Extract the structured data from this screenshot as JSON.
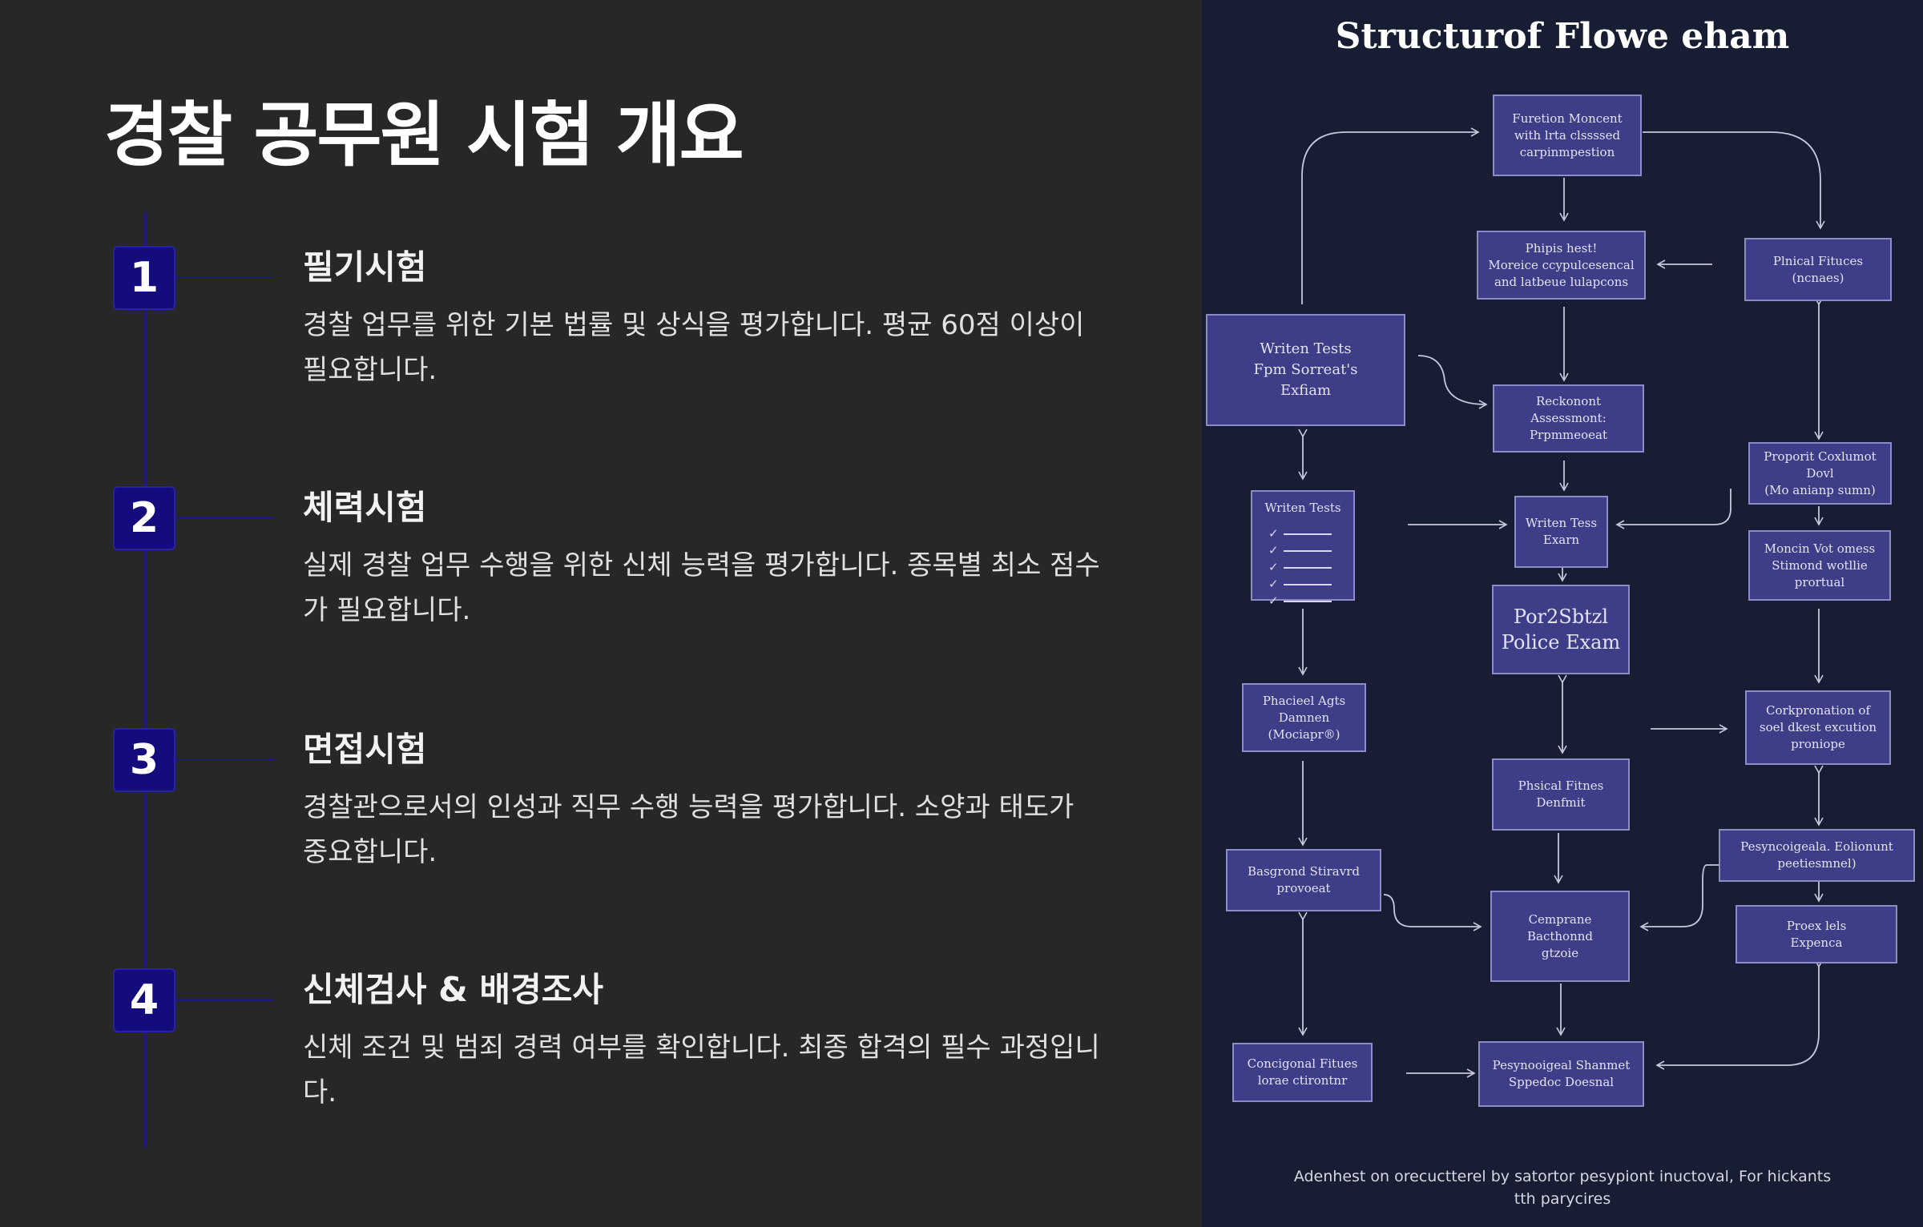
{
  "left": {
    "title": "경찰 공무원 시험 개요",
    "steps": [
      {
        "number": "1",
        "heading": "필기시험",
        "description": "경찰 업무를 위한 기본 법률 및 상식을 평가합니다. 평균 60점 이상이 필요합니다."
      },
      {
        "number": "2",
        "heading": "체력시험",
        "description": "실제 경찰 업무 수행을 위한 신체 능력을 평가합니다. 종목별 최소 점수가 필요합니다."
      },
      {
        "number": "3",
        "heading": "면접시험",
        "description": "경찰관으로서의 인성과 직무 수행 능력을 평가합니다. 소양과 태도가 중요합니다."
      },
      {
        "number": "4",
        "heading": "신체검사 & 배경조사",
        "description": "신체 조건 및 범죄 경력 여부를 확인합니다. 최종 합격의 필수 과정입니다."
      }
    ]
  },
  "diagram": {
    "title": "Structurof Flowe eham",
    "nodes": {
      "top": "Furetion Moncent\nwith lrta clssssed\ncarpinmpestion",
      "physics": "Phipis hest!\nMoreice ccypulcesencal\nand latbeue lulapcons",
      "plnical": "Plnical Fituces\n(ncnaes)",
      "written_main": "Writen Tests\nFpm Sorreat's\nExfiam",
      "reckonont": "Reckonont Assessmont:\nPrpmmeoeat",
      "proporit": "Proporit Coxlumot\nDovl\n(Mo anianp sumn)",
      "written_list": "Writen Tests",
      "written_exam": "Writen Tess\nExarn",
      "moncin": "Moncin Vot omess\nStimond wotllie\nprortual",
      "police": "Por2Sbtzl\nPolice Exam",
      "phacioel": "Phacieel Agts\nDamnen\n(Mociapr®)",
      "phsical_fitnes": "Phsical Fitnes\nDenfmit",
      "corkpronation": "Corkpronation of\nsoel dkest excution\nproniope",
      "basgrond": "Basgrond Stiravrd\nprovoeat",
      "psynco_elonment": "Pesyncoigeala. Eolionunt\npeetiesmnel)",
      "cemprane": "Cemprane\nBacthonnd\ngtzoie",
      "proex": "Proex lels\nExpenca",
      "concigonal": "Concigonal Fitues\nlorae ctirontnr",
      "psynoogical": "Pesynooigeal Shanmet\nSppedoc Doesnal"
    },
    "footnote": "Adenhest on orecuctterel by satortor pesypiont inuctoval, For hickants tth parycires"
  },
  "colors": {
    "background_left": "#272727",
    "background_right": "#171d33",
    "badge": "#140c7c",
    "node_fill": "#3d3d88",
    "node_border": "#8c8cc8"
  }
}
